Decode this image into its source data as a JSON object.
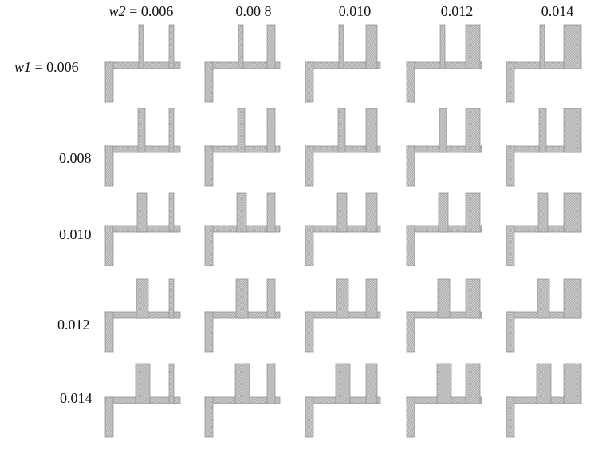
{
  "column_header": {
    "symbol": "w2",
    "eq": " = ",
    "values": [
      "0.006",
      "0.00 8",
      "0.010",
      "0.012",
      "0.014"
    ]
  },
  "row_header": {
    "symbol": "w1",
    "eq": " = ",
    "values": [
      "0.006",
      "0.008",
      "0.010",
      "0.012",
      "0.014"
    ]
  },
  "mesh_grid": {
    "w1": [
      0.006,
      0.008,
      0.01,
      0.012,
      0.014
    ],
    "w2": [
      0.006,
      0.008,
      0.01,
      0.012,
      0.014
    ]
  },
  "colors": {
    "mesh_fill": "#d2d2d2",
    "mesh_line": "#a5a5a5",
    "outline": "#8a8a8a"
  }
}
